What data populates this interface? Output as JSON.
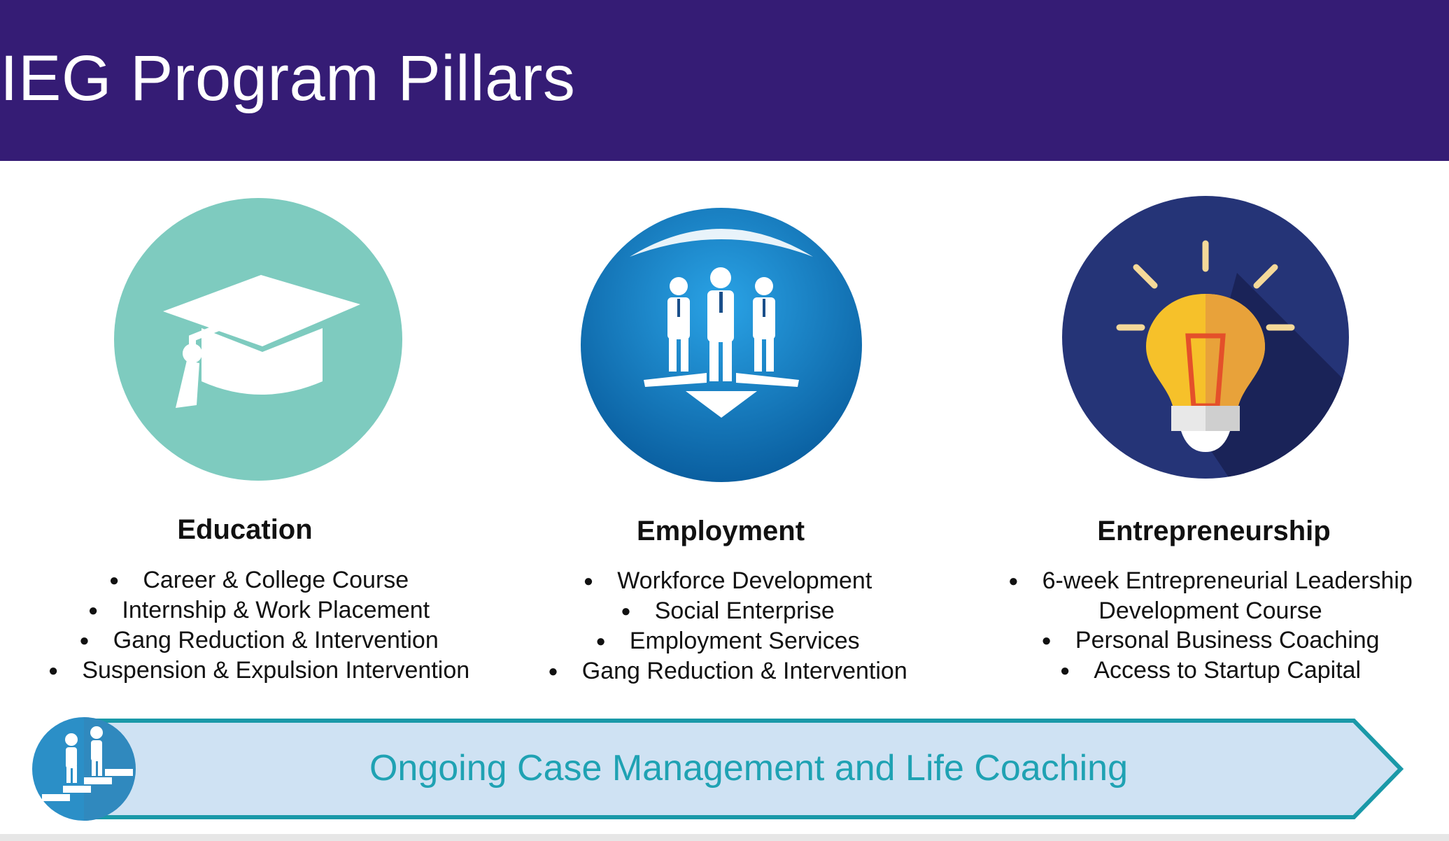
{
  "header": {
    "title": "IEG Program Pillars"
  },
  "colors": {
    "header_bg": "#351c75",
    "education_circle": "#7ecbbf",
    "employment_circle": "#0e7ec4",
    "entrepreneurship_circle": "#253477",
    "banner_fill": "#cfe2f3",
    "banner_stroke": "#1a99a8",
    "banner_text": "#1fa2b3"
  },
  "pillars": [
    {
      "heading": "Education",
      "icon": "graduation-cap-icon",
      "items": [
        "Career & College Course",
        "Internship & Work Placement",
        "Gang Reduction & Intervention",
        "Suspension & Expulsion Intervention"
      ]
    },
    {
      "heading": "Employment",
      "icon": "team-people-icon",
      "items": [
        "Workforce Development",
        "Social Enterprise",
        "Employment Services",
        "Gang Reduction & Intervention"
      ]
    },
    {
      "heading": "Entrepreneurship",
      "icon": "lightbulb-icon",
      "items": [
        "6-week Entrepreneurial Leadership",
        "Development Course",
        "Personal Business Coaching",
        "Access to Startup Capital"
      ]
    }
  ],
  "banner": {
    "text": "Ongoing Case Management and Life Coaching",
    "icon": "people-stairs-icon"
  }
}
